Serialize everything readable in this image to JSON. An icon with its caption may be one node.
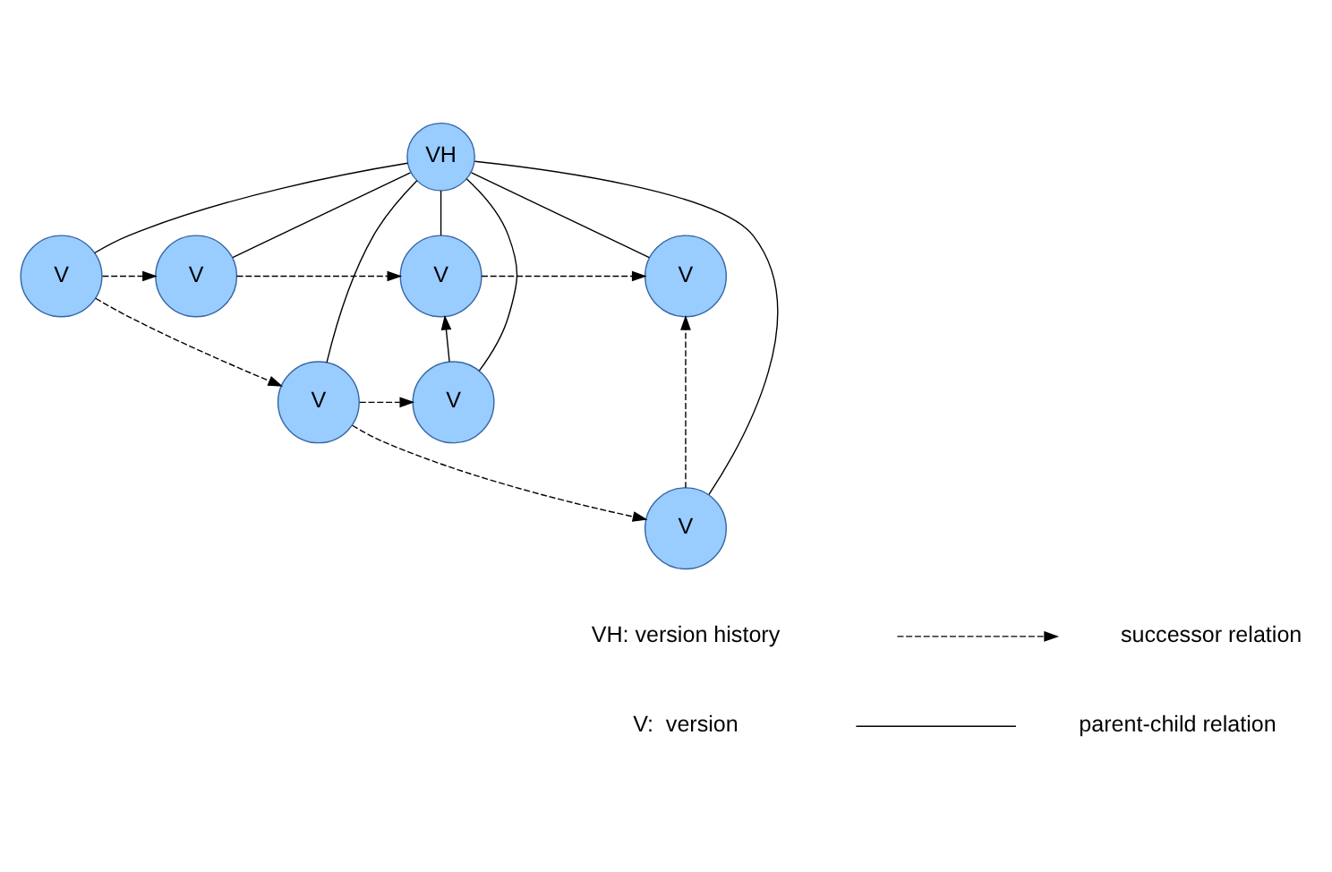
{
  "diagram": {
    "nodes": [
      {
        "text": [
          "VH"
        ]
      },
      {
        "text": [
          "V"
        ]
      },
      {
        "text": [
          "V"
        ]
      },
      {
        "text": [
          "V"
        ]
      },
      {
        "text": [
          "V"
        ]
      },
      {
        "text": [
          "V"
        ]
      },
      {
        "text": [
          "V"
        ]
      },
      {
        "text": [
          "V"
        ]
      }
    ],
    "edges": [
      {
        "from": 0,
        "to": 1,
        "arrow": "none"
      },
      {
        "from": 0,
        "to": 2,
        "arrow": "none"
      },
      {
        "from": 0,
        "to": 5,
        "arrow": "none"
      },
      {
        "from": 0,
        "to": 6,
        "arrow": "none"
      },
      {
        "from": 0,
        "to": 7,
        "arrow": "none"
      },
      {
        "from": 0,
        "to": 3,
        "arrow": "none"
      },
      {
        "from": 0,
        "to": 4,
        "arrow": "none"
      },
      {
        "from": 1,
        "to": 2,
        "arrow": "to",
        "style": "dashed"
      },
      {
        "from": 2,
        "to": 3,
        "arrow": "to",
        "style": "dashed"
      },
      {
        "from": 3,
        "to": 4,
        "arrow": "to",
        "style": "dashed"
      },
      {
        "from": 1,
        "to": 5,
        "arrow": "to",
        "style": "dashed"
      },
      {
        "from": 5,
        "to": 6,
        "arrow": "to",
        "style": "dashed"
      },
      {
        "from": 6,
        "to": 3,
        "arrow": "to"
      },
      {
        "from": 5,
        "to": 7,
        "arrow": "to",
        "style": "dashed"
      },
      {
        "from": 7,
        "to": 4,
        "arrow": "to",
        "style": "dashed"
      }
    ],
    "labels": [
      "VH: version history",
      "V:  version"
    ],
    "legend": [
      {
        "text": "successor relation"
      },
      {
        "text": "parent-child relation"
      }
    ]
  }
}
